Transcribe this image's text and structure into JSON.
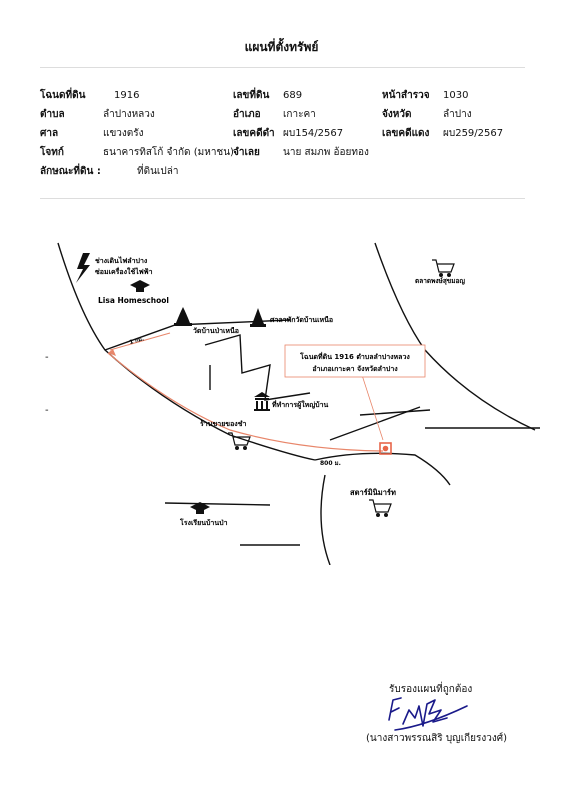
{
  "title": "แผนที่ตั้งทรัพย์",
  "info": {
    "deed_label": "โฉนดที่ดิน",
    "deed_value": "1916",
    "land_no_label": "เลขที่ดิน",
    "land_no_value": "689",
    "survey_label": "หน้าสำรวจ",
    "survey_value": "1030",
    "tambon_label": "ตำบล",
    "tambon_value": "ลำปางหลวง",
    "amphoe_label": "อำเภอ",
    "amphoe_value": "เกาะคา",
    "province_label": "จังหวัด",
    "province_value": "ลำปาง",
    "court_label": "ศาล",
    "court_value": "แขวงตรัง",
    "black_case_label": "เลขคดีดำ",
    "black_case_value": "ผบ154/2567",
    "red_case_label": "เลขคดีแดง",
    "red_case_value": "ผบ259/2567",
    "plaintiff_label": "โจทก์",
    "plaintiff_value": "ธนาคารทิสโก้ จำกัด (มหาชน)",
    "defendant_label": "จำเลย",
    "defendant_value": "นาย สมภพ อ้อยทอง",
    "land_type_label": "ลักษณะที่ดิน :",
    "land_type_value": "ที่ดินเปล่า"
  },
  "map": {
    "electrician": [
      "ช่างเดินไฟลำปาง",
      "ซ่อมเครื่องใช้ไฟฟ้า"
    ],
    "homeschool": "Lisa Homeschool",
    "temple_north": "วัดบ้านป่าเหนือ",
    "shrine": "ศาลาพักวัดบ้านเหนือ",
    "mart_top": "ตลาดพงษ์สุขมอญ",
    "target_callout": [
      "โฉนดที่ดิน 1916 ตำบลลำปางหลวง",
      "อำเภอเกาะคา จังหวัดลำปาง"
    ],
    "headman_office": "ที่ทำการผู้ใหญ่บ้าน",
    "grocery": "ร้านขายของชำ",
    "star_mart": "สตาร์มินิมาร์ท",
    "school": "โรงเรียนบ้านป่า",
    "dist_1": "1 กม.",
    "dist_2": "800 ม."
  },
  "colors": {
    "route": "#e8866a",
    "target": "#e8664a",
    "ink": "#111111",
    "signature": "#1a1a8a"
  },
  "signature": {
    "certify": "รับรองแผนที่ถูกต้อง",
    "name": "(นางสาวพรรณสิริ บุญเกียรงวงศ์)"
  }
}
